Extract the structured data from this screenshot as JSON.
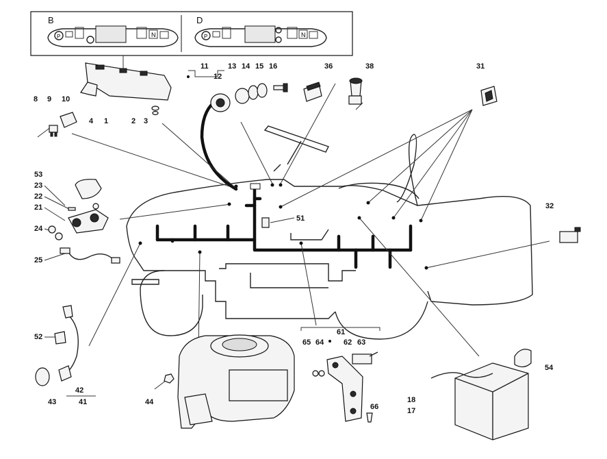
{
  "panels": [
    {
      "letter": "B",
      "keys": [
        "P",
        "N"
      ]
    },
    {
      "letter": "D",
      "keys": [
        "P",
        "N"
      ]
    }
  ],
  "labels": {
    "p1": "1",
    "p2": "2",
    "p3": "3",
    "p4": "4",
    "p8": "8",
    "p9": "9",
    "p10": "10",
    "p11": "11",
    "p12": "12",
    "p13": "13",
    "p14": "14",
    "p15": "15",
    "p16": "16",
    "p17": "17",
    "p18": "18",
    "p21": "21",
    "p22": "22",
    "p23": "23",
    "p24": "24",
    "p25": "25",
    "p31": "31",
    "p32": "32",
    "p36": "36",
    "p38": "38",
    "p41": "41",
    "p42": "42",
    "p43": "43",
    "p44": "44",
    "p51": "51",
    "p52": "52",
    "p53": "53",
    "p54": "54",
    "p61": "61",
    "p62": "62",
    "p63": "63",
    "p64": "64",
    "p65": "65",
    "p66": "66"
  }
}
